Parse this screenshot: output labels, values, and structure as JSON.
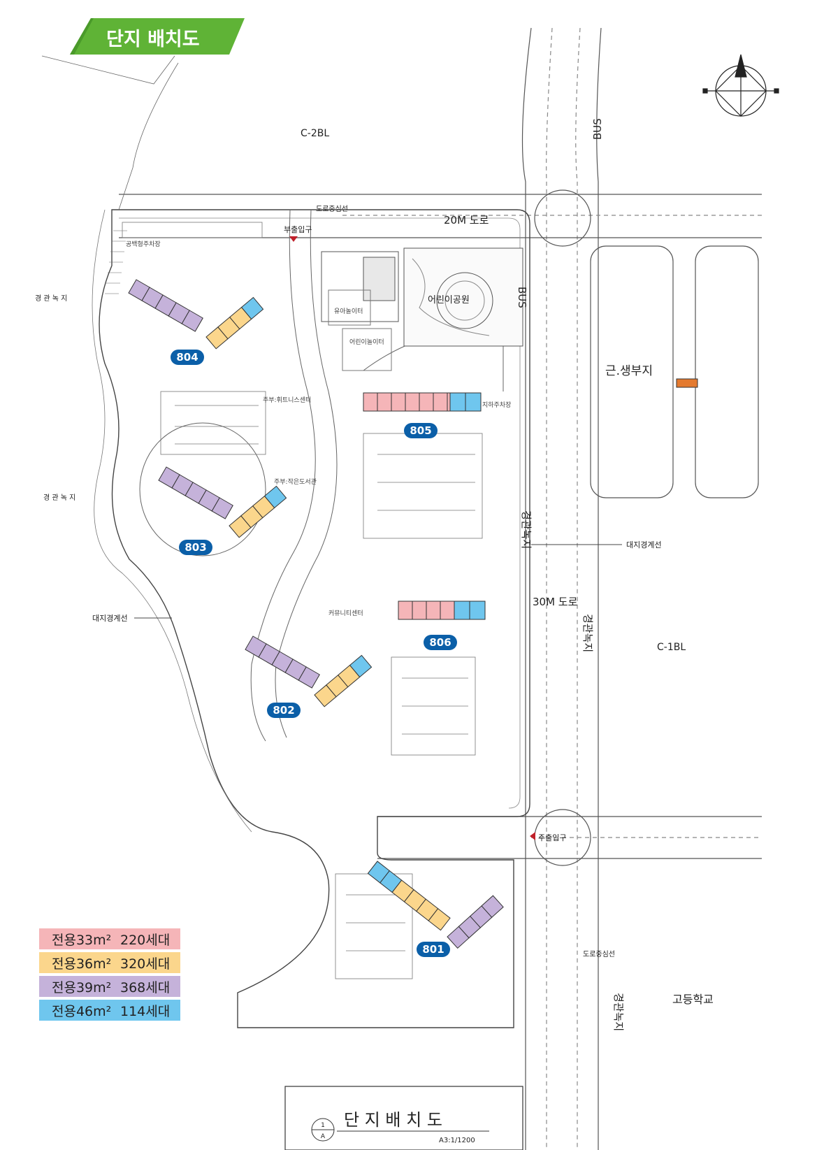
{
  "title": "단지 배치도",
  "colors": {
    "banner": "#5fb336",
    "badge": "#0b5fa8",
    "u33": "#f5b5b8",
    "u36": "#fbd68c",
    "u39": "#c5b2da",
    "u46": "#6fc6ee"
  },
  "legend": [
    {
      "area": "전용33m²",
      "count": "220세대",
      "color": "#f5b5b8"
    },
    {
      "area": "전용36m²",
      "count": "320세대",
      "color": "#fbd68c"
    },
    {
      "area": "전용39m²",
      "count": "368세대",
      "color": "#c5b2da"
    },
    {
      "area": "전용46m²",
      "count": "114세대",
      "color": "#6fc6ee"
    }
  ],
  "labels": {
    "c2bl": "C-2BL",
    "c1bl": "C-1BL",
    "road20": "20M 도로",
    "road30": "30M 도로",
    "bus1": "BUS",
    "bus2": "BUS",
    "center_line_top": "도로중심선",
    "center_line_bottom": "도로중심선",
    "sub_entrance": "부출입구",
    "main_entrance": "주출입구",
    "landscape_left1": "경 관 녹 지",
    "landscape_left2": "경 관 녹 지",
    "landscape_mid": "경관녹지",
    "landscape_right": "경관녹지",
    "landscape_bottom": "경관녹지",
    "boundary1": "대지경계선",
    "boundary2": "대지경계선",
    "commercial": "근.생부지",
    "highschool": "고등학교",
    "park": "어린이공원",
    "daycare": "유아놀이터",
    "playground": "어린이놀이터",
    "support_center": "주부:휘트니스센터",
    "library": "주부:작은도서관",
    "community": "커뮤니티센터",
    "underground_parking": "지하주차장",
    "outdoor_parking": "공백형주차장",
    "plan_title": "단 지 배 치 도",
    "scale": "A3:1/1200",
    "circle_top": "1",
    "circle_bottom": "A"
  },
  "buildings": [
    {
      "id": "804"
    },
    {
      "id": "803"
    },
    {
      "id": "802"
    },
    {
      "id": "805"
    },
    {
      "id": "806"
    },
    {
      "id": "801"
    }
  ]
}
